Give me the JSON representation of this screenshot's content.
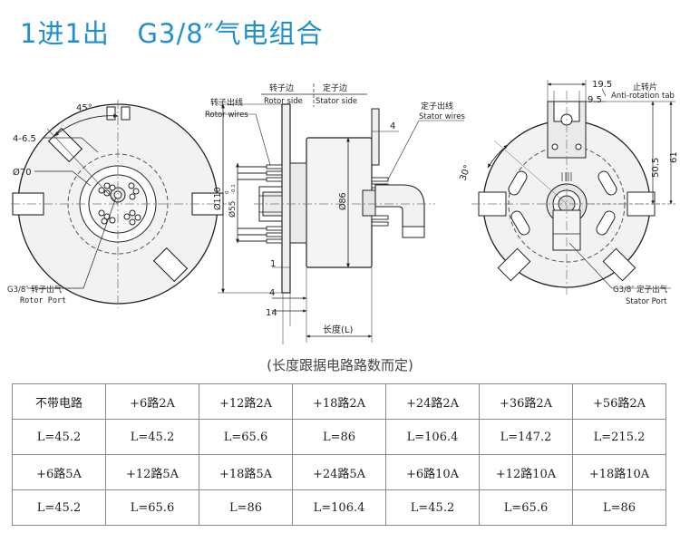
{
  "title": "1进1出   G3/8″气电组合",
  "labels": {
    "angle_45": "45°",
    "holes": "4-6.5",
    "dia_70": "Ø70",
    "rotor_port_cn": "G3/8″ 转子出气",
    "rotor_port_en": "Rotor Port",
    "rotor_side_cn": "转子边",
    "rotor_side_en": "Rotor side",
    "stator_side_cn": "定子边",
    "stator_side_en": "Stator  side",
    "rotor_wires_cn": "转子出线",
    "rotor_wires_en": "Rotor wires",
    "stator_wires_cn": "定子出线",
    "stator_wires_en": "Stator wires",
    "dim_4_top": "4",
    "dia_110": "Ø110",
    "dia_55": "Ø55",
    "tol_upper": "0",
    "tol_lower": "-0.1",
    "dia_86": "Ø86",
    "dim_1": "1",
    "dim_4_bottom": "4",
    "dim_14": "14",
    "length_L": "长度(L)",
    "dim_19_5": "19.5",
    "anti_rot_cn": "止转片",
    "dim_9_5": "9.5",
    "anti_rot_en": "Anti-rotation tab",
    "angle_30": "30°",
    "dim_50_5": "50.5",
    "dim_61": "61",
    "stator_port_cn": "G3/8″ 定子出气",
    "stator_port_en": "Stator Port"
  },
  "caption": "(长度跟据电路路数而定)",
  "table": {
    "rows": [
      [
        "不带电路",
        "+6路2A",
        "+12路2A",
        "+18路2A",
        "+24路2A",
        "+36路2A",
        "+56路2A"
      ],
      [
        "L=45.2",
        "L=45.2",
        "L=65.6",
        "L=86",
        "L=106.4",
        "L=147.2",
        "L=215.2"
      ],
      [
        "+6路5A",
        "+12路5A",
        "+18路5A",
        "+24路5A",
        "+6路10A",
        "+12路10A",
        "+18路10A"
      ],
      [
        "L=45.2",
        "L=65.6",
        "L=86",
        "L=106.4",
        "L=45.2",
        "L=65.6",
        "L=86"
      ]
    ]
  },
  "colors": {
    "title": "#1f8fcf",
    "line": "#222222",
    "metal": "#d9d9d9"
  }
}
